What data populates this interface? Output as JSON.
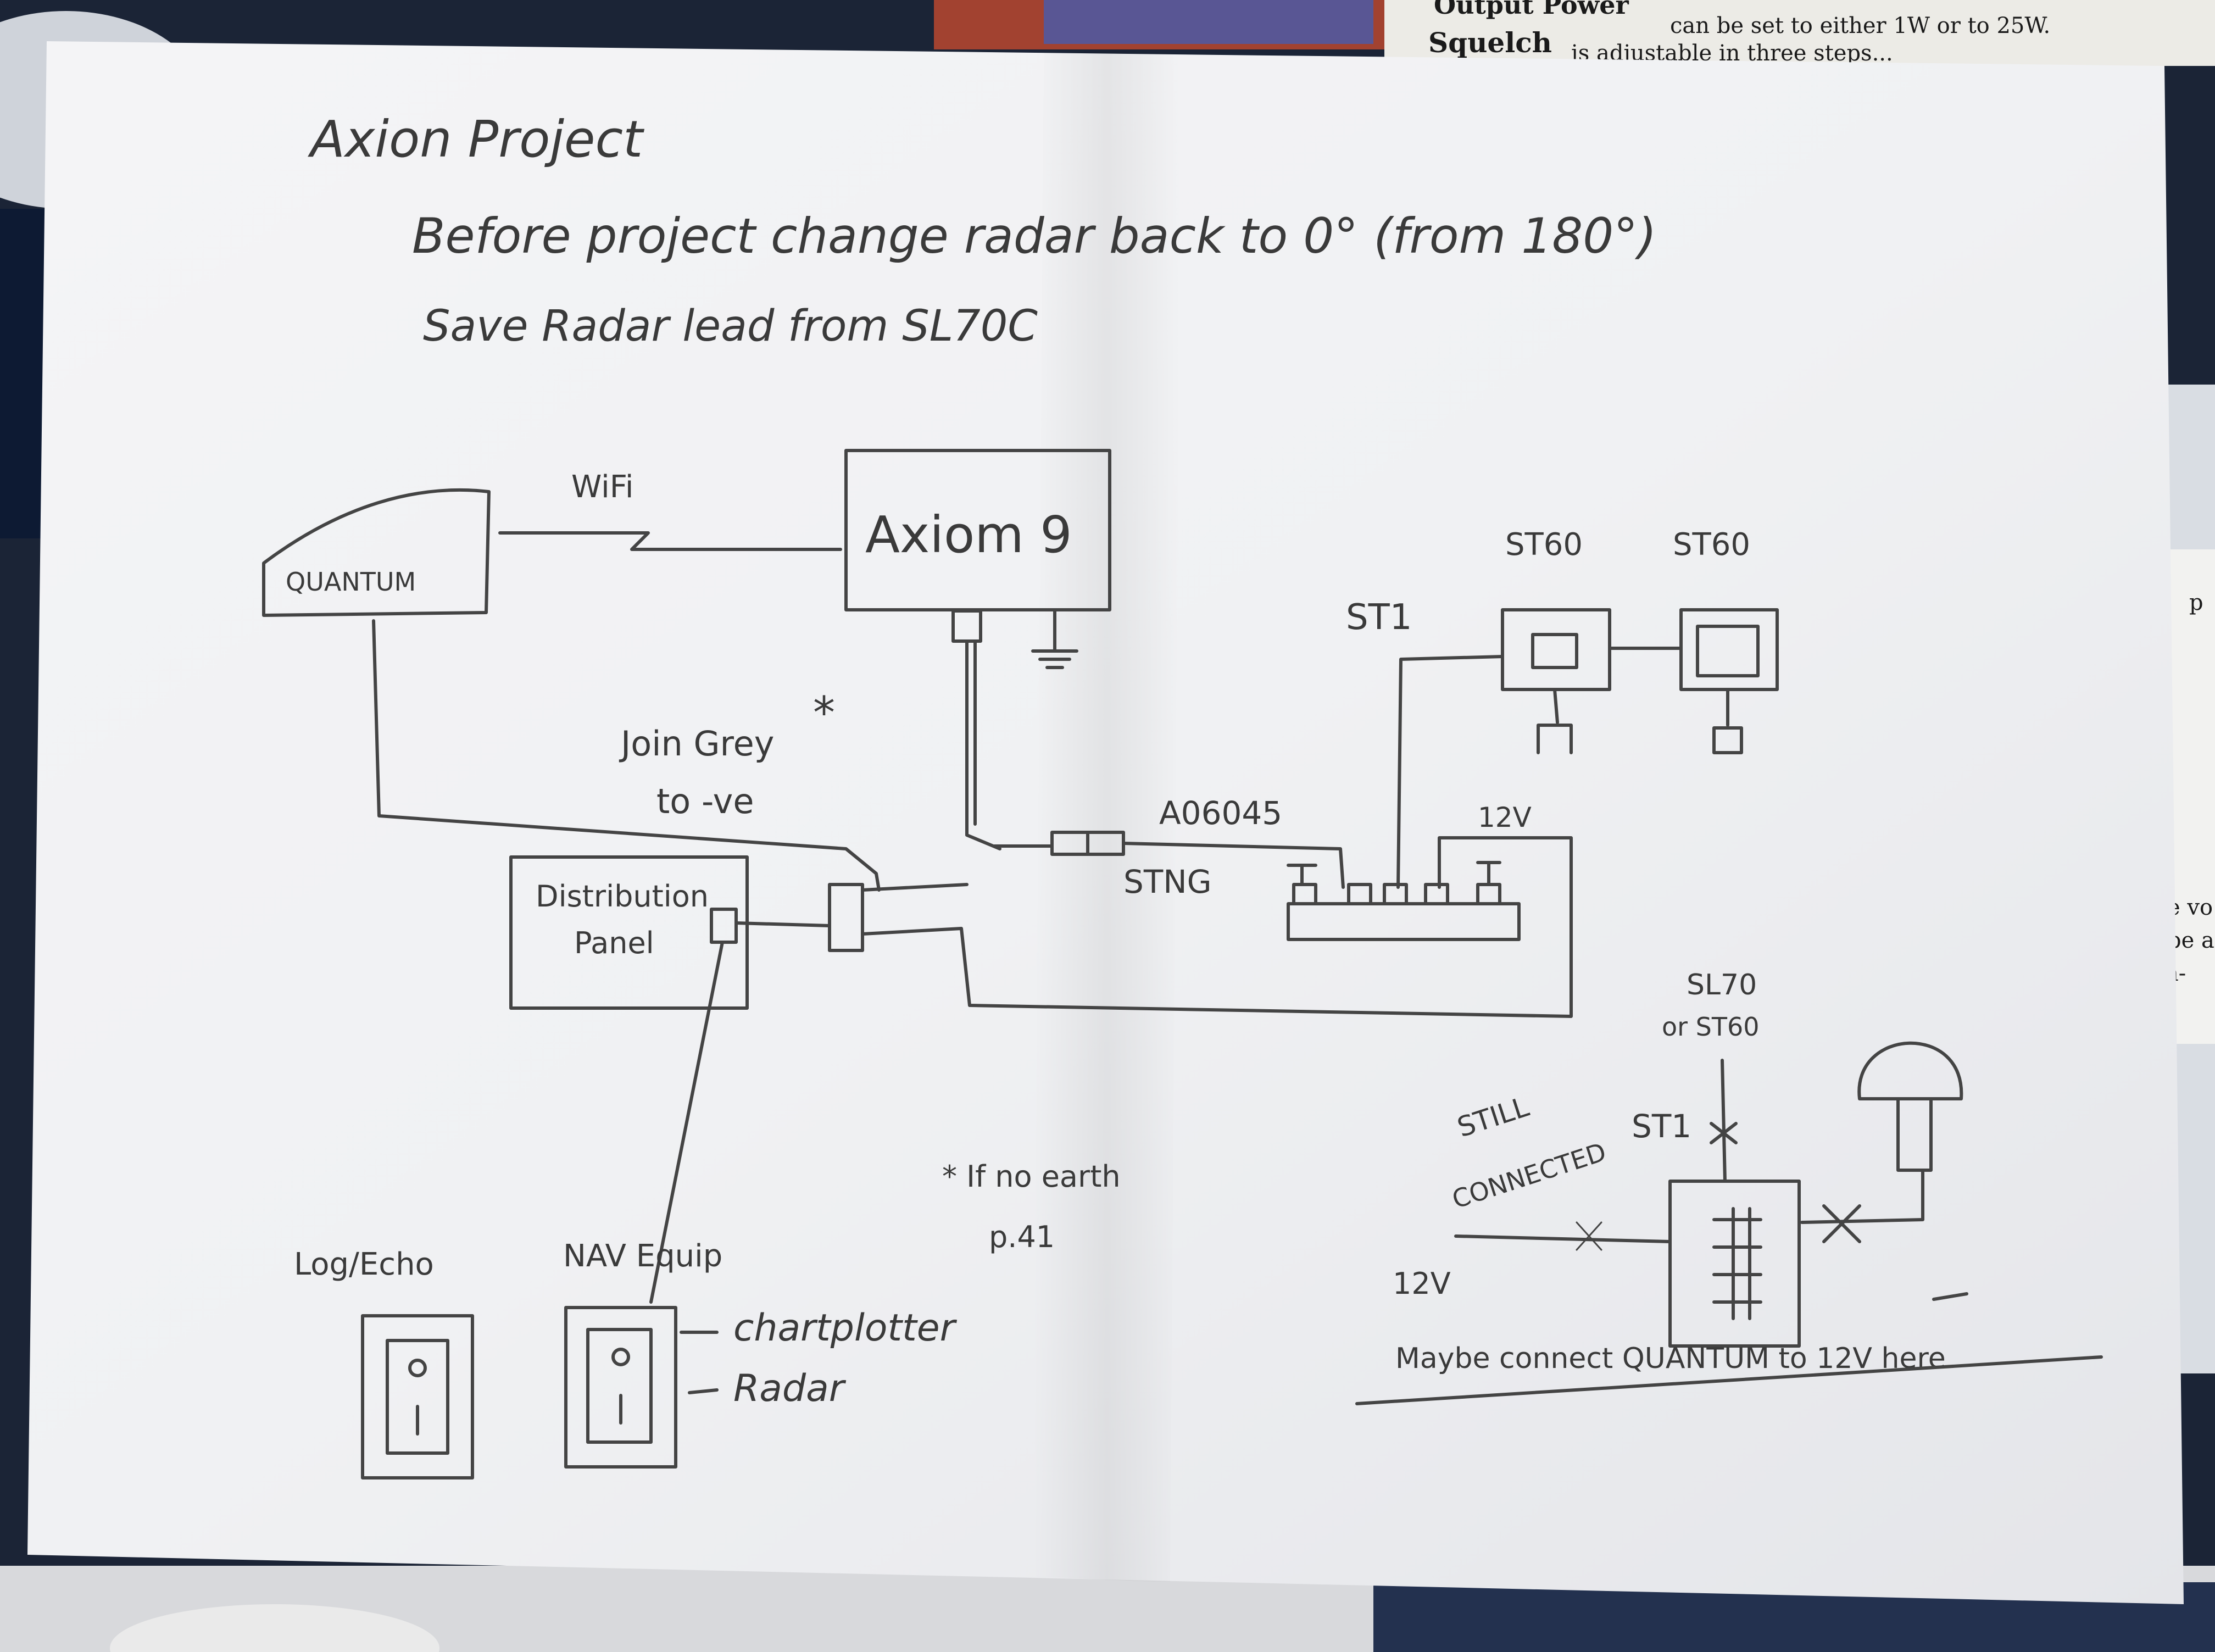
{
  "background_text": {
    "top_line1_bold": "Output Power",
    "top_line1_rest": "can be set to either 1W or to 25W.",
    "top_line2_bold": "Squelch",
    "top_line2_rest": "is adjustable in three steps...",
    "right_fragments": [
      "p",
      "e vo",
      "be a",
      "n-",
      "."
    ]
  },
  "note": {
    "title": "Axion Project",
    "line1": "Before project change radar back to 0° (from 180°)",
    "line2": "Save Radar lead from SL70C",
    "labels": {
      "wifi": "WiFi",
      "quantum": "QUANTUM",
      "axiom": "Axiom 9",
      "st1_top": "ST1",
      "st60_a": "ST60",
      "st60_b": "ST60",
      "join_grey": "Join Grey",
      "to_ve": "to -ve",
      "part_no": "A06045",
      "stng": "STNG",
      "v12_top": "12V",
      "distribution": "Distribution",
      "panel": "Panel",
      "sl70": "SL70",
      "or_st60": "or ST60",
      "still": "STILL",
      "connected": "CONNECTED",
      "st1_bottom": "ST1",
      "no_earth": "* If no earth",
      "page": "p.41",
      "log_echo": "Log/Echo",
      "nav_equip": "NAV Equip",
      "chartplotter": "chartplotter",
      "radar": "Radar",
      "v12_bottom": "12V",
      "strike_note": "Maybe connect QUANTUM to 12V here"
    }
  }
}
